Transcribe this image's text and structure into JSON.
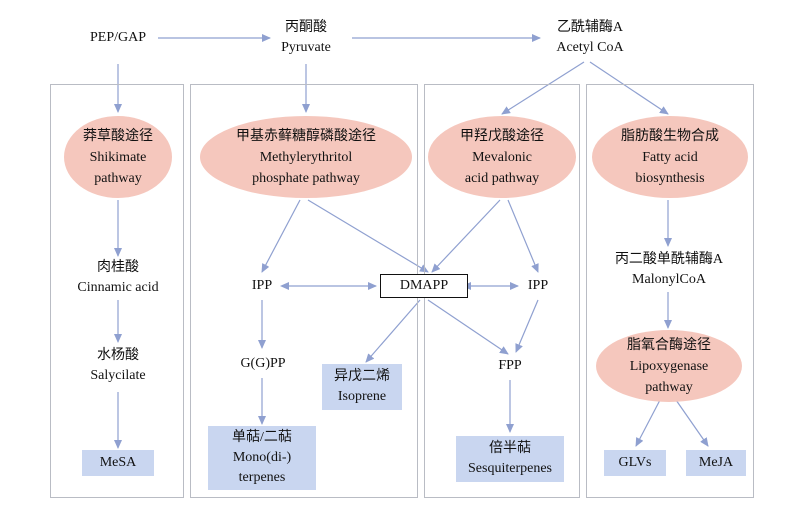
{
  "top": {
    "pep_gap": "PEP/GAP",
    "pyruvate_cn": "丙酮酸",
    "pyruvate_en": "Pyruvate",
    "acetylcoa_cn": "乙酰辅酶A",
    "acetylcoa_en": "Acetyl CoA"
  },
  "pathways": {
    "shikimate": {
      "cn": "莽草酸途径",
      "en1": "Shikimate",
      "en2": "pathway"
    },
    "mep": {
      "cn": "甲基赤藓糖醇磷酸途径",
      "en1": "Methylerythritol",
      "en2": "phosphate pathway"
    },
    "mva": {
      "cn": "甲羟戊酸途径",
      "en1": "Mevalonic",
      "en2": "acid pathway"
    },
    "fatty": {
      "cn": "脂肪酸生物合成",
      "en1": "Fatty acid",
      "en2": "biosynthesis"
    },
    "lox": {
      "cn": "脂氧合酶途径",
      "en1": "Lipoxygenase",
      "en2": "pathway"
    }
  },
  "intermediates": {
    "cinnamic_cn": "肉桂酸",
    "cinnamic_en": "Cinnamic acid",
    "salicylate_cn": "水杨酸",
    "salicylate_en": "Salycilate",
    "ipp_left": "IPP",
    "ipp_right": "IPP",
    "dmapp": "DMAPP",
    "ggpp": "G(G)PP",
    "fpp": "FPP",
    "malonyl_cn": "丙二酸单酰辅酶A",
    "malonyl_en": "MalonylCoA"
  },
  "products": {
    "mesa": "MeSA",
    "isoprene_cn": "异戊二烯",
    "isoprene_en": "Isoprene",
    "mono_cn": "单萜/二萜",
    "mono_en1": "Mono(di-)",
    "mono_en2": "terpenes",
    "sesqui_cn": "倍半萜",
    "sesqui_en": "Sesquiterpenes",
    "glvs": "GLVs",
    "meja": "MeJA"
  },
  "colors": {
    "arrow": "#8fa0d0",
    "ellipse_fill": "#f5c7bd",
    "product_fill": "#c9d6f0",
    "panel_border": "#b9bcc4"
  }
}
